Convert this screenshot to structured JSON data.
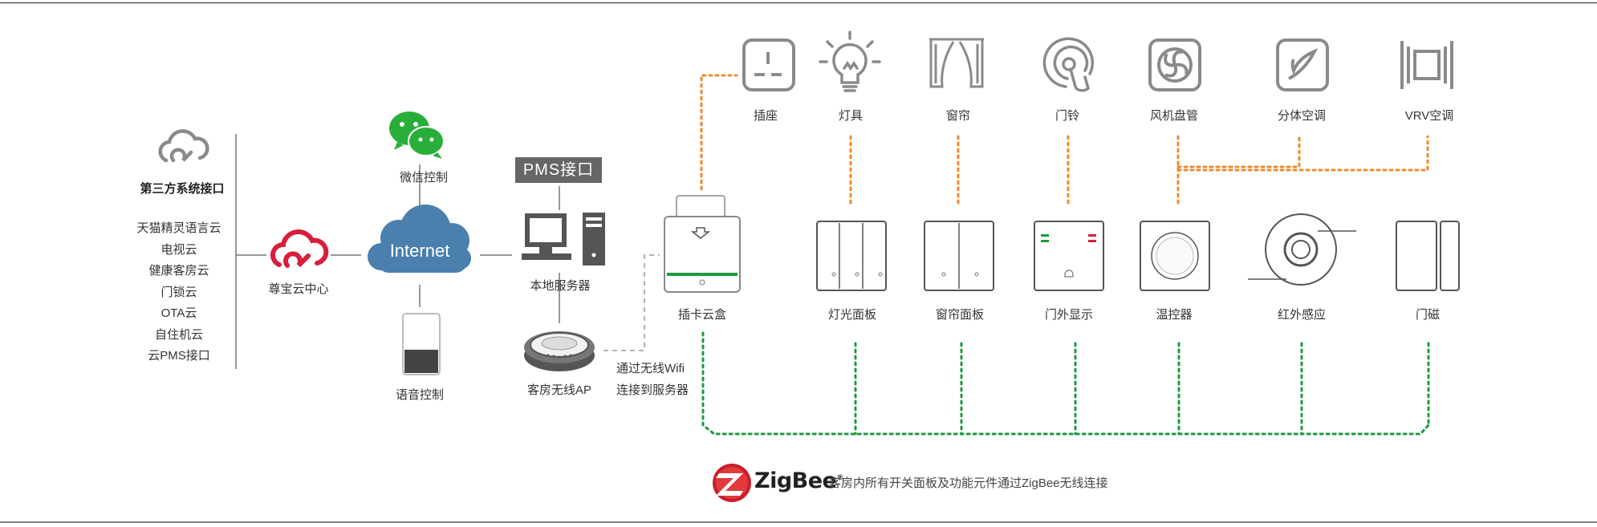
{
  "third_party": {
    "title": "第三方系统接口",
    "items": [
      "天猫精灵语言云",
      "电视云",
      "健康客房云",
      "门锁云",
      "OTA云",
      "自住机云",
      "云PMS接口"
    ]
  },
  "cloud_center": "尊宝云中心",
  "internet": "Internet",
  "wechat": "微信控制",
  "voice": "语音控制",
  "pms": "PMS接口",
  "local_server": "本地服务器",
  "ap": "客房无线AP",
  "wifi_note": [
    "通过无线Wifi",
    "连接到服务器"
  ],
  "card_box": "插卡云盒",
  "devices_top": [
    "插座",
    "灯具",
    "窗帘",
    "门铃",
    "风机盘管",
    "分体空调",
    "VRV空调"
  ],
  "devices_bottom": [
    "灯光面板",
    "窗帘面板",
    "门外显示",
    "温控器",
    "红外感应",
    "门磁"
  ],
  "zigbee": {
    "brand": "ZigBee",
    "trademark": "®",
    "text": "客房内所有开关面板及功能元件通过ZigBee无线连接"
  },
  "colors": {
    "orange_link": "#f08a2c",
    "green_link": "#1c9b3e",
    "icon_gray": "#8a8a8a",
    "brand_red": "#d71f3c",
    "internet_blue": "#4a7fae",
    "wechat_green": "#2aae3a"
  }
}
